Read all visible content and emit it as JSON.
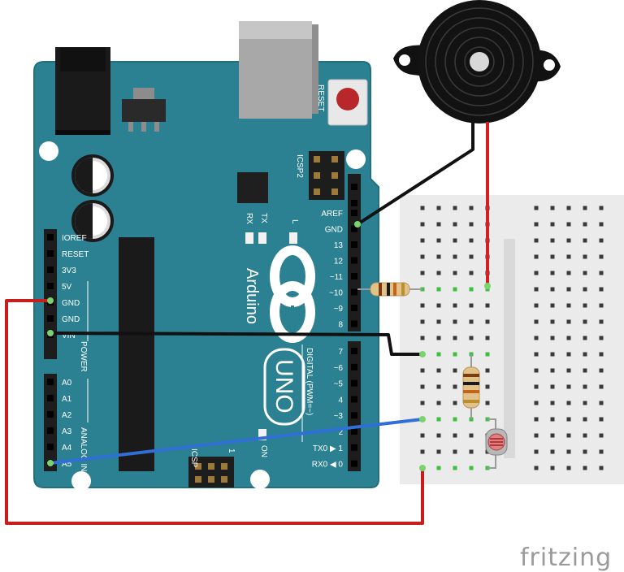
{
  "board": {
    "brand": "Arduino",
    "model": "UNO",
    "reset_label": "RESET",
    "icsp2_label": "ICSP2",
    "icsp_label": "ICSP",
    "tx_label": "TX",
    "rx_label": "RX",
    "l_label": "L",
    "on_label": "ON",
    "power_label": "POWER",
    "analog_label": "ANALOG IN",
    "digital_label": "DIGITAL (PWM=~)",
    "one_label": "1",
    "colors": {
      "board": "#2b8192",
      "header": "#1d1d1d",
      "board_edge": "#22707f"
    }
  },
  "power_pins": [
    "IOREF",
    "RESET",
    "3V3",
    "5V",
    "GND",
    "GND",
    "VIN"
  ],
  "analog_pins": [
    "A0",
    "A1",
    "A2",
    "A3",
    "A4",
    "A5"
  ],
  "digital_pins_upper": [
    "AREF",
    "GND",
    "13",
    "12",
    "~11",
    "~10",
    "~9",
    "8"
  ],
  "digital_pins_lower": [
    "7",
    "~6",
    "~5",
    "4",
    "~3",
    "2",
    "TX0 ▶ 1",
    "RX0 ◀ 0"
  ],
  "components": {
    "buzzer": "piezo-buzzer",
    "resistor_top": "resistor",
    "resistor_mid": "resistor",
    "ldr": "photoresistor"
  },
  "wires": {
    "black": "#111111",
    "red": "#d42020",
    "blue": "#2f6fd6"
  },
  "watermark": "fritzing"
}
